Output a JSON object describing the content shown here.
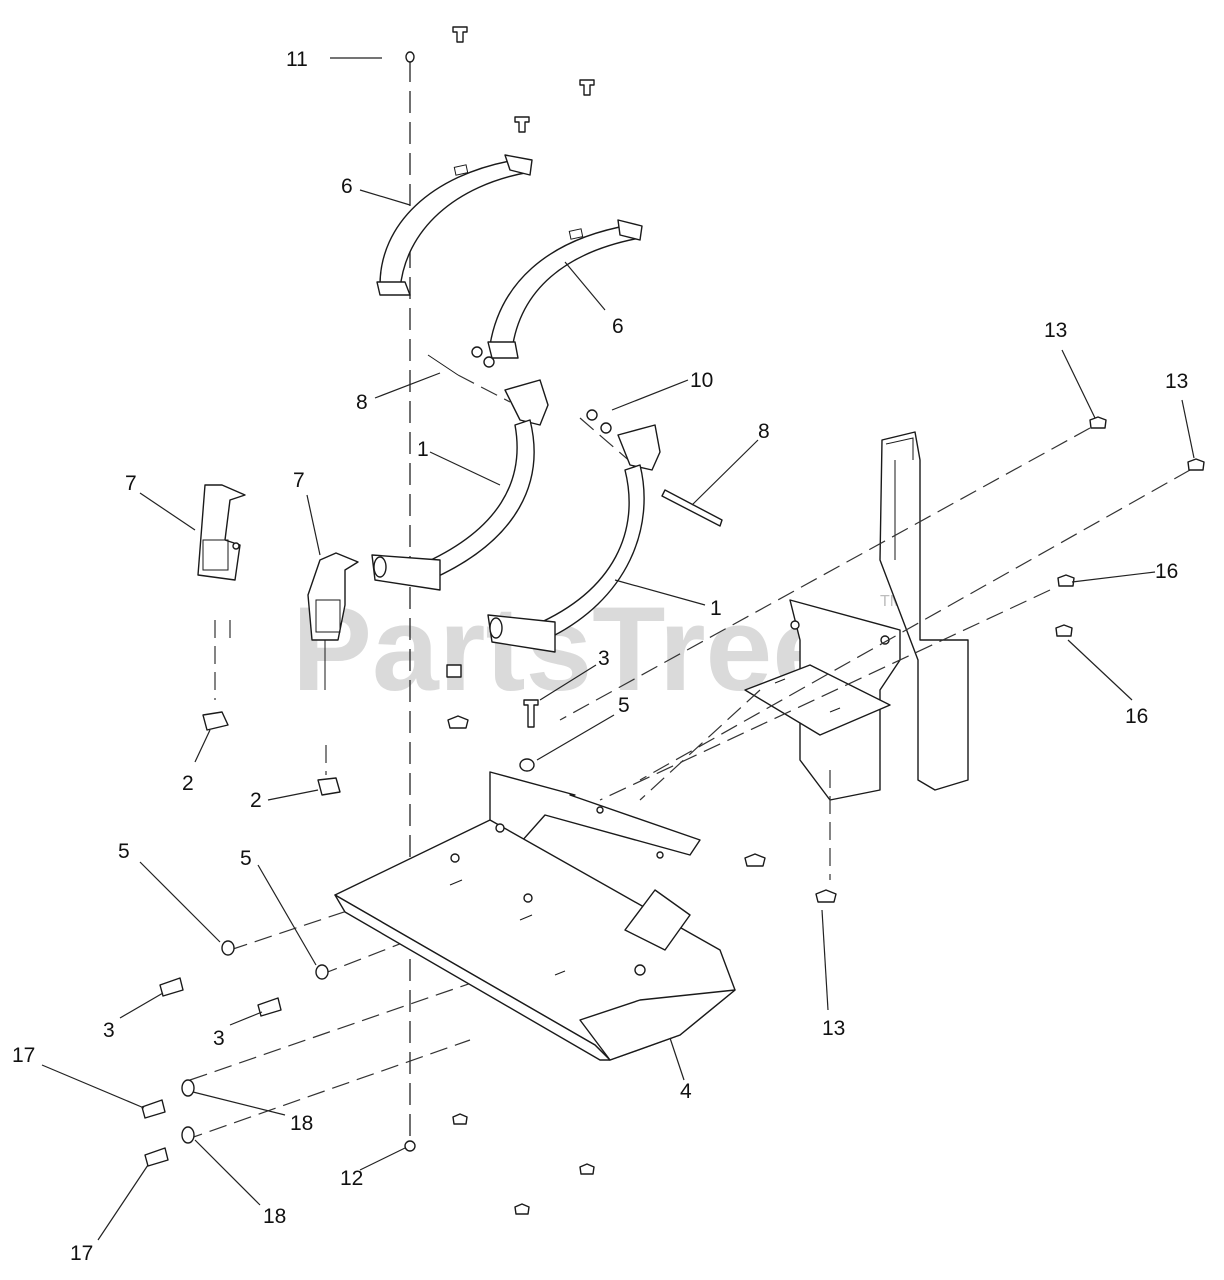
{
  "watermark": {
    "text": "PartsTree",
    "tm": "TM"
  },
  "callouts": {
    "c11": "11",
    "c6a": "6",
    "c6b": "6",
    "c8a": "8",
    "c10": "10",
    "c8b": "8",
    "c1a": "1",
    "c1b": "1",
    "c7a": "7",
    "c7b": "7",
    "c13a": "13",
    "c13b": "13",
    "c16a": "16",
    "c16b": "16",
    "c3a": "3",
    "c5a": "5",
    "c2a": "2",
    "c2b": "2",
    "c5b": "5",
    "c5c": "5",
    "c3b": "3",
    "c3c": "3",
    "c13c": "13",
    "c4": "4",
    "c17a": "17",
    "c18a": "18",
    "c12": "12",
    "c18b": "18",
    "c17b": "17"
  }
}
